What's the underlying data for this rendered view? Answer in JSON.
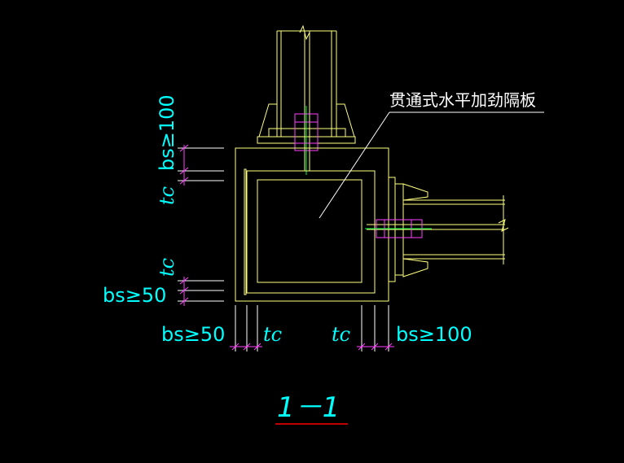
{
  "diagram": {
    "section_title": "1－1",
    "callout": "贯通式水平加劲隔板",
    "dims": {
      "left_top_bs": "bs≥100",
      "left_top_tc": "tc",
      "left_bottom_tc": "tc",
      "left_bottom_bs": "bs≥50",
      "bottom_left_bs": "bs≥50",
      "bottom_left_tc": "tc",
      "bottom_right_tc": "tc",
      "bottom_right_bs": "bs≥100"
    },
    "colors": {
      "background": "#000000",
      "steel": "#ffff80",
      "dimension_text": "#00ffff",
      "dimension_ticks": "#ff40ff",
      "bolt": "#ff40ff",
      "leader": "#ffffff",
      "title_underline": "#ff0000"
    }
  }
}
